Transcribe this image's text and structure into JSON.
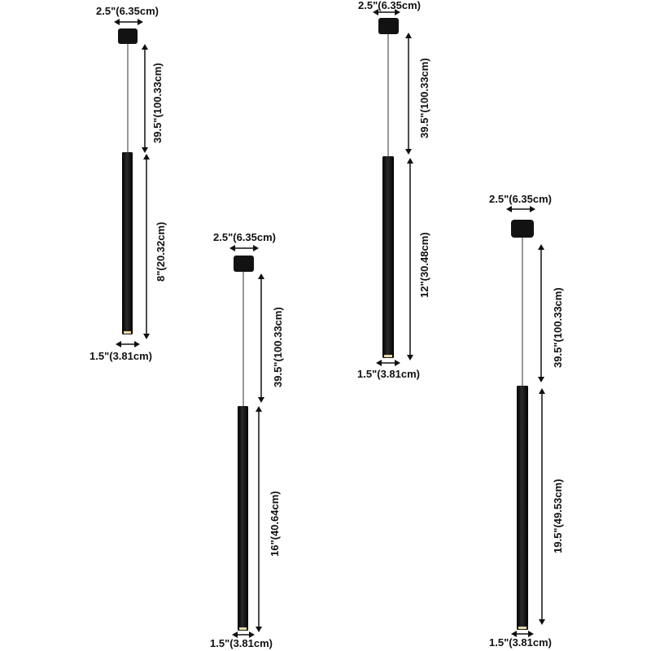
{
  "colors": {
    "fixture": "#0d0d0d",
    "dimension": "#111111",
    "cable": "#555555",
    "background": "#ffffff"
  },
  "lamps": [
    {
      "id": "lamp-1",
      "canopy_label": "2.5\"(6.35cm)",
      "cable_label": "39.5\"(100.33cm)",
      "tube_label": "8\"(20.32cm)",
      "base_label": "1.5\"(3.81cm)"
    },
    {
      "id": "lamp-2",
      "canopy_label": "2.5\"(6.35cm)",
      "cable_label": "39.5\"(100.33cm)",
      "tube_label": "16\"(40.64cm)",
      "base_label": "1.5\"(3.81cm)"
    },
    {
      "id": "lamp-3",
      "canopy_label": "2.5\"(6.35cm)",
      "cable_label": "39.5\"(100.33cm)",
      "tube_label": "12\"(30.48cm)",
      "base_label": "1.5\"(3.81cm)"
    },
    {
      "id": "lamp-4",
      "canopy_label": "2.5\"(6.35cm)",
      "cable_label": "39.5\"(100.33cm)",
      "tube_label": "19.5\"(49.53cm)",
      "base_label": "1.5\"(3.81cm)"
    }
  ]
}
